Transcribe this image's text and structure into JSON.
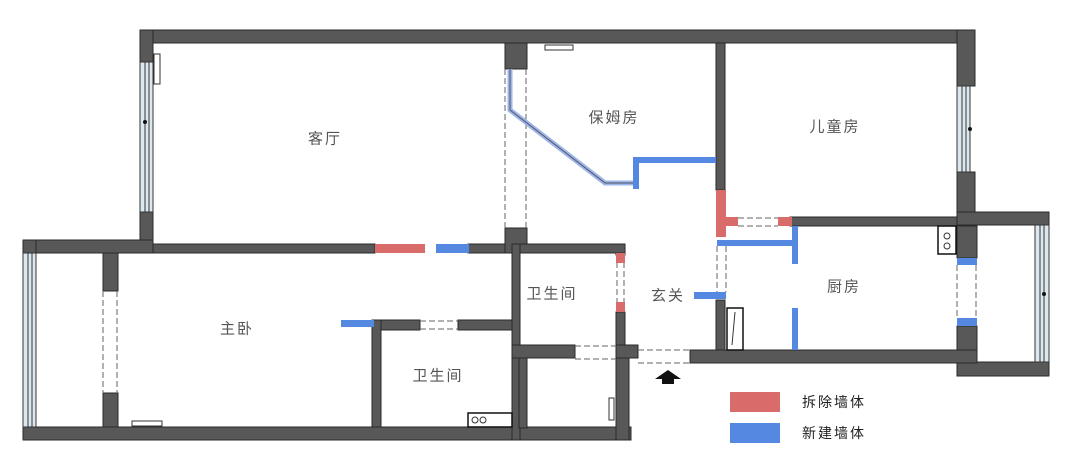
{
  "rooms": {
    "living_room": "客厅",
    "nanny_room": "保姆房",
    "kids_room": "儿童房",
    "master_bedroom": "主卧",
    "bathroom_1": "卫生间",
    "bathroom_2": "卫生间",
    "foyer": "玄关",
    "kitchen": "厨房"
  },
  "legend": {
    "demolish": {
      "label": "拆除墙体",
      "color": "#d96b6b"
    },
    "new_wall": {
      "label": "新建墙体",
      "color": "#5588e0"
    }
  },
  "colors": {
    "wall": "#585858",
    "window_fill": "#dce8f0",
    "diag_wall": "#9db5e8"
  },
  "icons": {
    "entrance": "entrance-arrow-icon"
  }
}
